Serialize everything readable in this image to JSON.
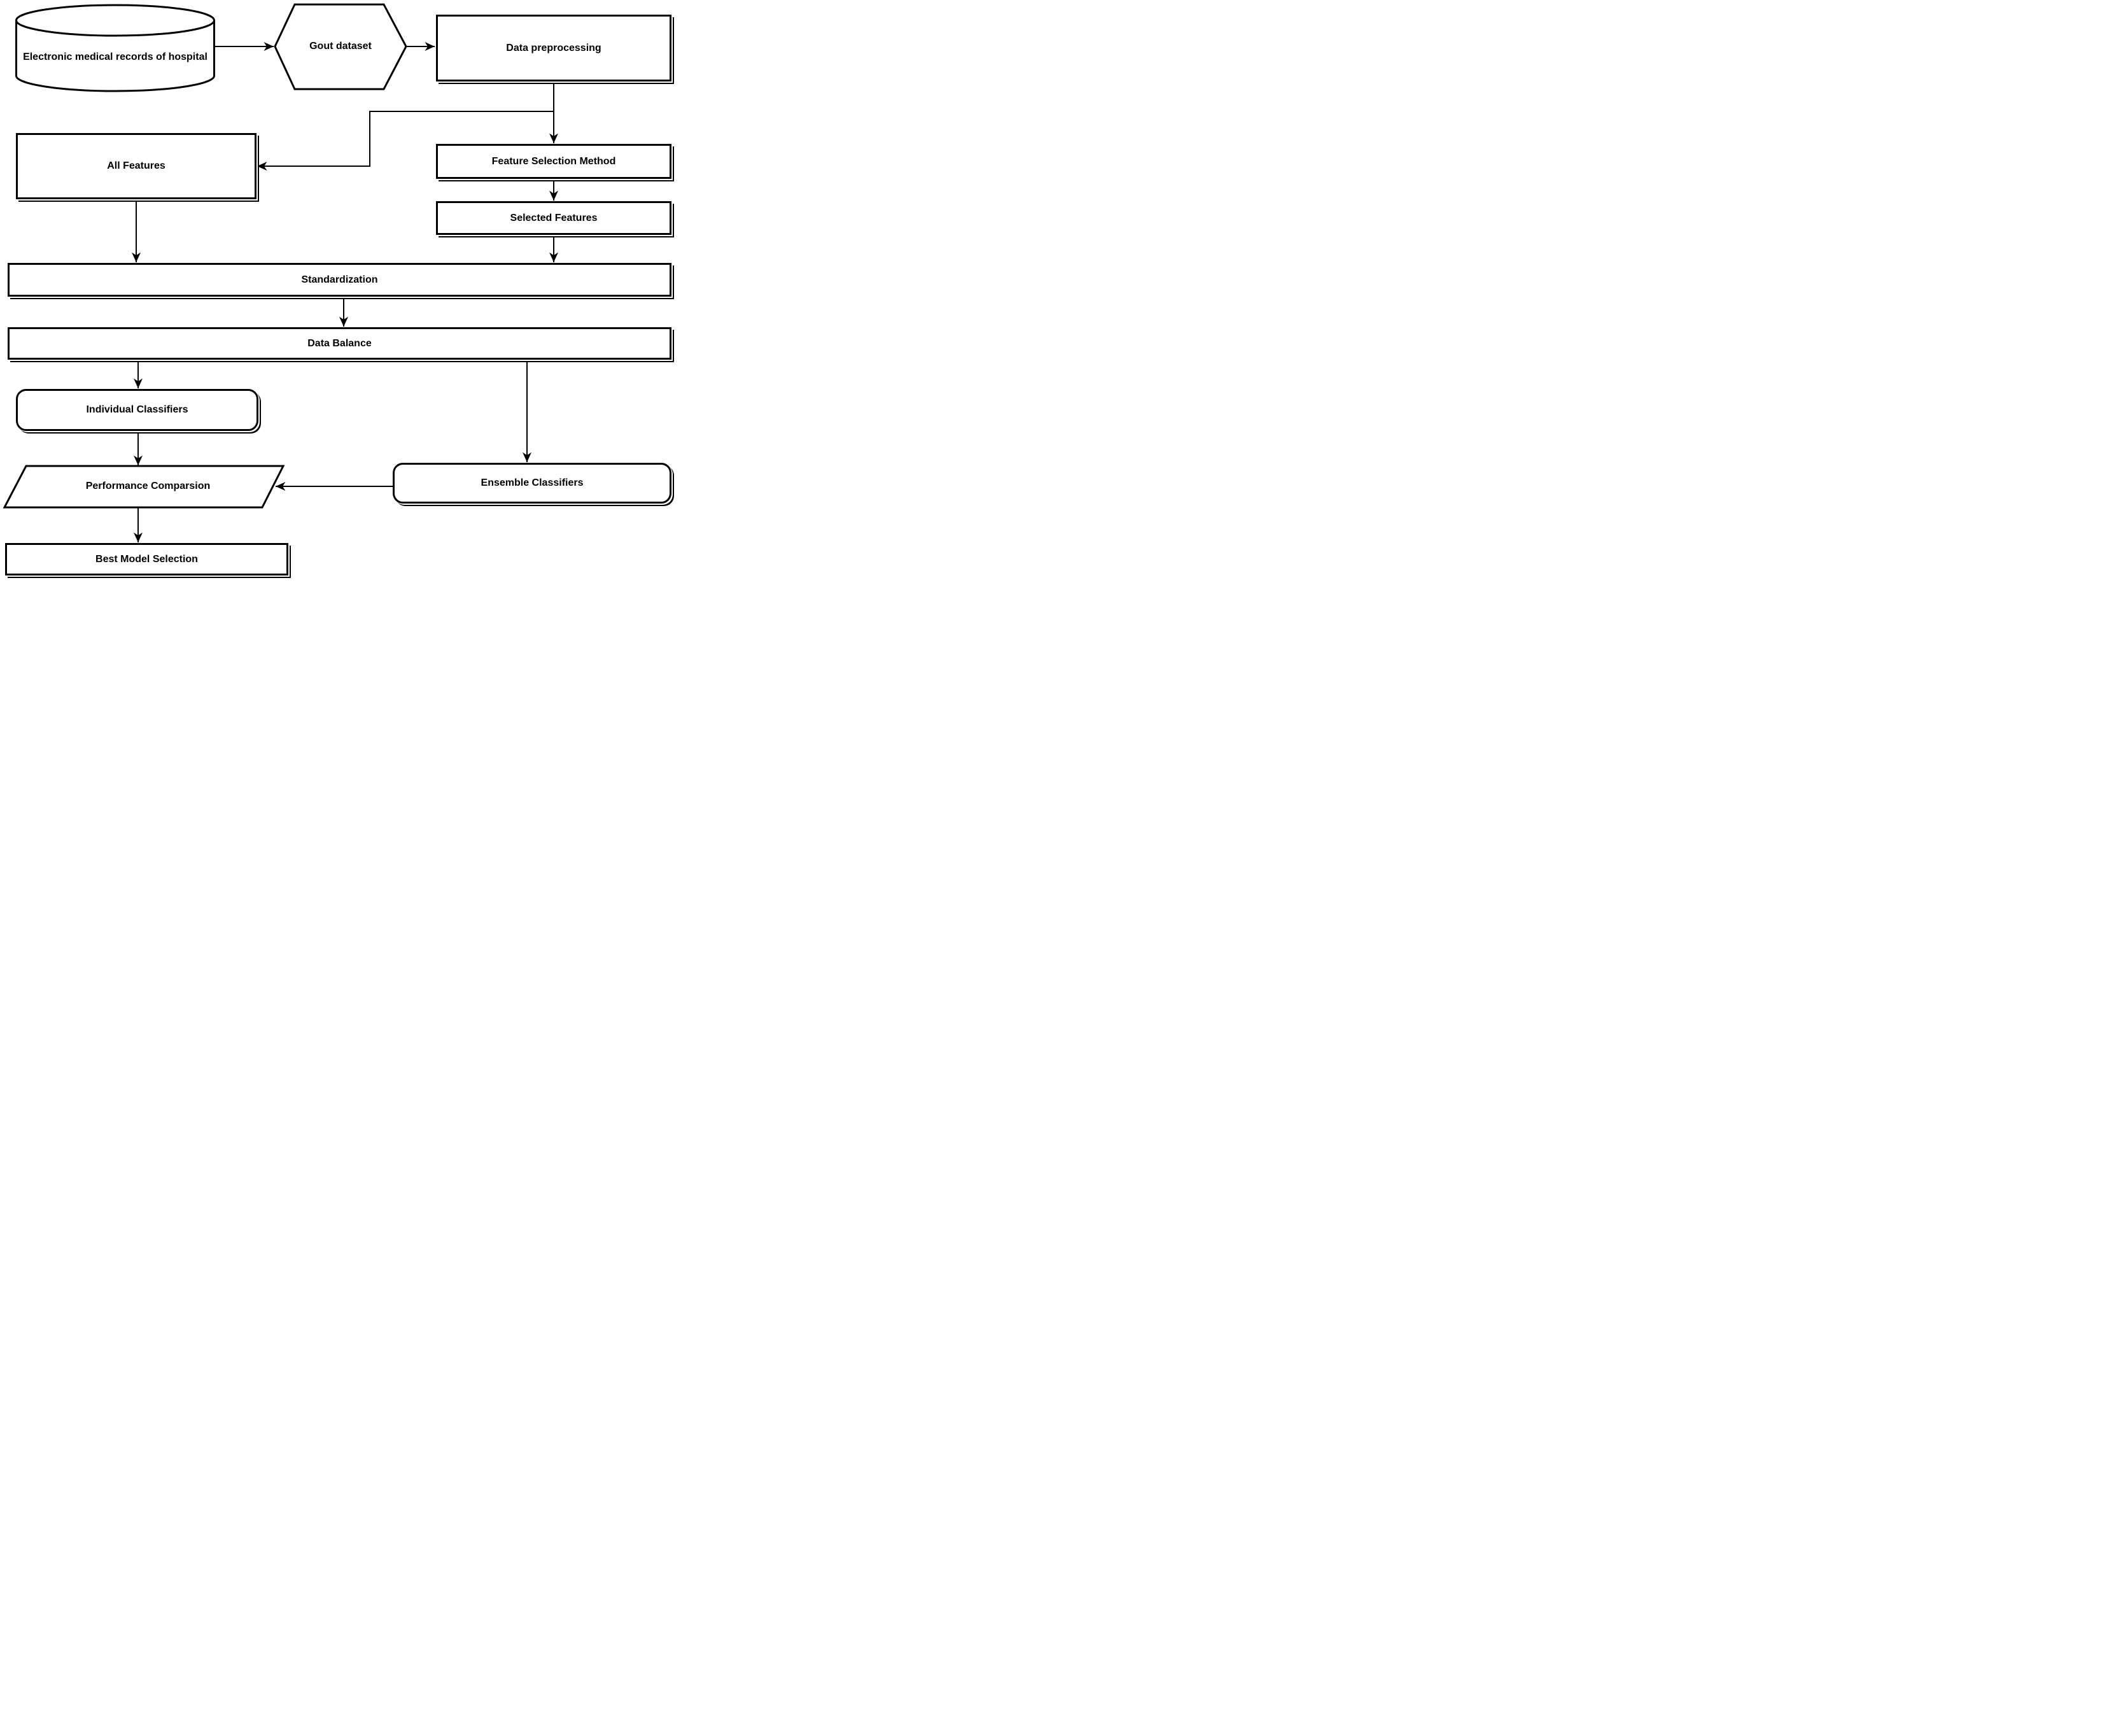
{
  "diagram": {
    "type": "flowchart",
    "colors": {
      "stroke": "#000000",
      "fill": "#ffffff",
      "background": "#ffffff",
      "text": "#000000"
    },
    "nodes": {
      "emr": {
        "label": "Electronic medical records of hospital",
        "shape": "cylinder"
      },
      "gout_dataset": {
        "label": "Gout dataset",
        "shape": "hexagon"
      },
      "data_preprocessing": {
        "label": "Data preprocessing",
        "shape": "rectangle"
      },
      "all_features": {
        "label": "All Features",
        "shape": "rectangle"
      },
      "feature_selection_method": {
        "label": "Feature Selection Method",
        "shape": "rectangle"
      },
      "selected_features": {
        "label": "Selected Features",
        "shape": "rectangle"
      },
      "standardization": {
        "label": "Standardization",
        "shape": "rectangle"
      },
      "data_balance": {
        "label": "Data Balance",
        "shape": "rectangle"
      },
      "individual_classifiers": {
        "label": "Individual Classifiers",
        "shape": "rounded-rectangle"
      },
      "ensemble_classifiers": {
        "label": "Ensemble Classifiers",
        "shape": "rounded-rectangle"
      },
      "performance_comparsion": {
        "label": "Performance Comparsion",
        "shape": "parallelogram"
      },
      "best_model_selection": {
        "label": "Best Model Selection",
        "shape": "rectangle"
      }
    },
    "edges": [
      {
        "from": "emr",
        "to": "gout_dataset"
      },
      {
        "from": "gout_dataset",
        "to": "data_preprocessing"
      },
      {
        "from": "data_preprocessing",
        "to": "feature_selection_method"
      },
      {
        "from": "data_preprocessing",
        "to": "all_features"
      },
      {
        "from": "feature_selection_method",
        "to": "selected_features"
      },
      {
        "from": "all_features",
        "to": "standardization"
      },
      {
        "from": "selected_features",
        "to": "standardization"
      },
      {
        "from": "standardization",
        "to": "data_balance"
      },
      {
        "from": "data_balance",
        "to": "individual_classifiers"
      },
      {
        "from": "data_balance",
        "to": "ensemble_classifiers"
      },
      {
        "from": "individual_classifiers",
        "to": "performance_comparsion"
      },
      {
        "from": "ensemble_classifiers",
        "to": "performance_comparsion"
      },
      {
        "from": "performance_comparsion",
        "to": "best_model_selection"
      }
    ]
  }
}
